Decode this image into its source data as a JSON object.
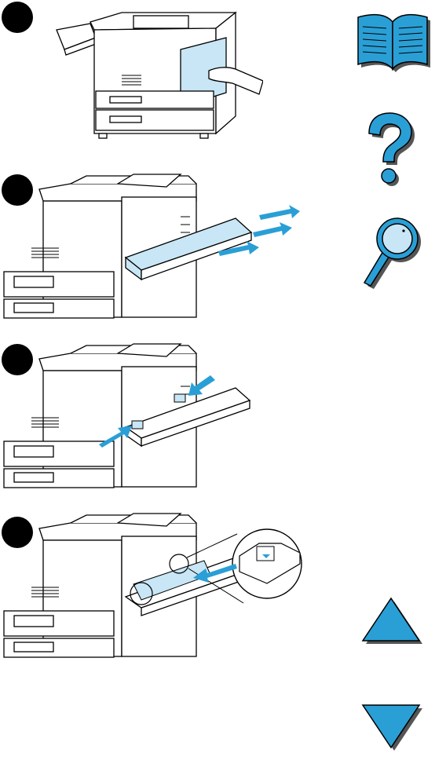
{
  "steps": [
    {
      "label": "step-1"
    },
    {
      "label": "step-2"
    },
    {
      "label": "step-3"
    },
    {
      "label": "step-4"
    }
  ],
  "colors": {
    "accent": "#2a9fd6",
    "tray_fill": "#c8e6f5",
    "line": "#000000",
    "shadow": "#555555"
  },
  "icons": {
    "manual": "book-icon",
    "help": "question-mark-icon",
    "search": "magnifier-icon",
    "prev": "triangle-up-icon",
    "next": "triangle-down-icon"
  }
}
